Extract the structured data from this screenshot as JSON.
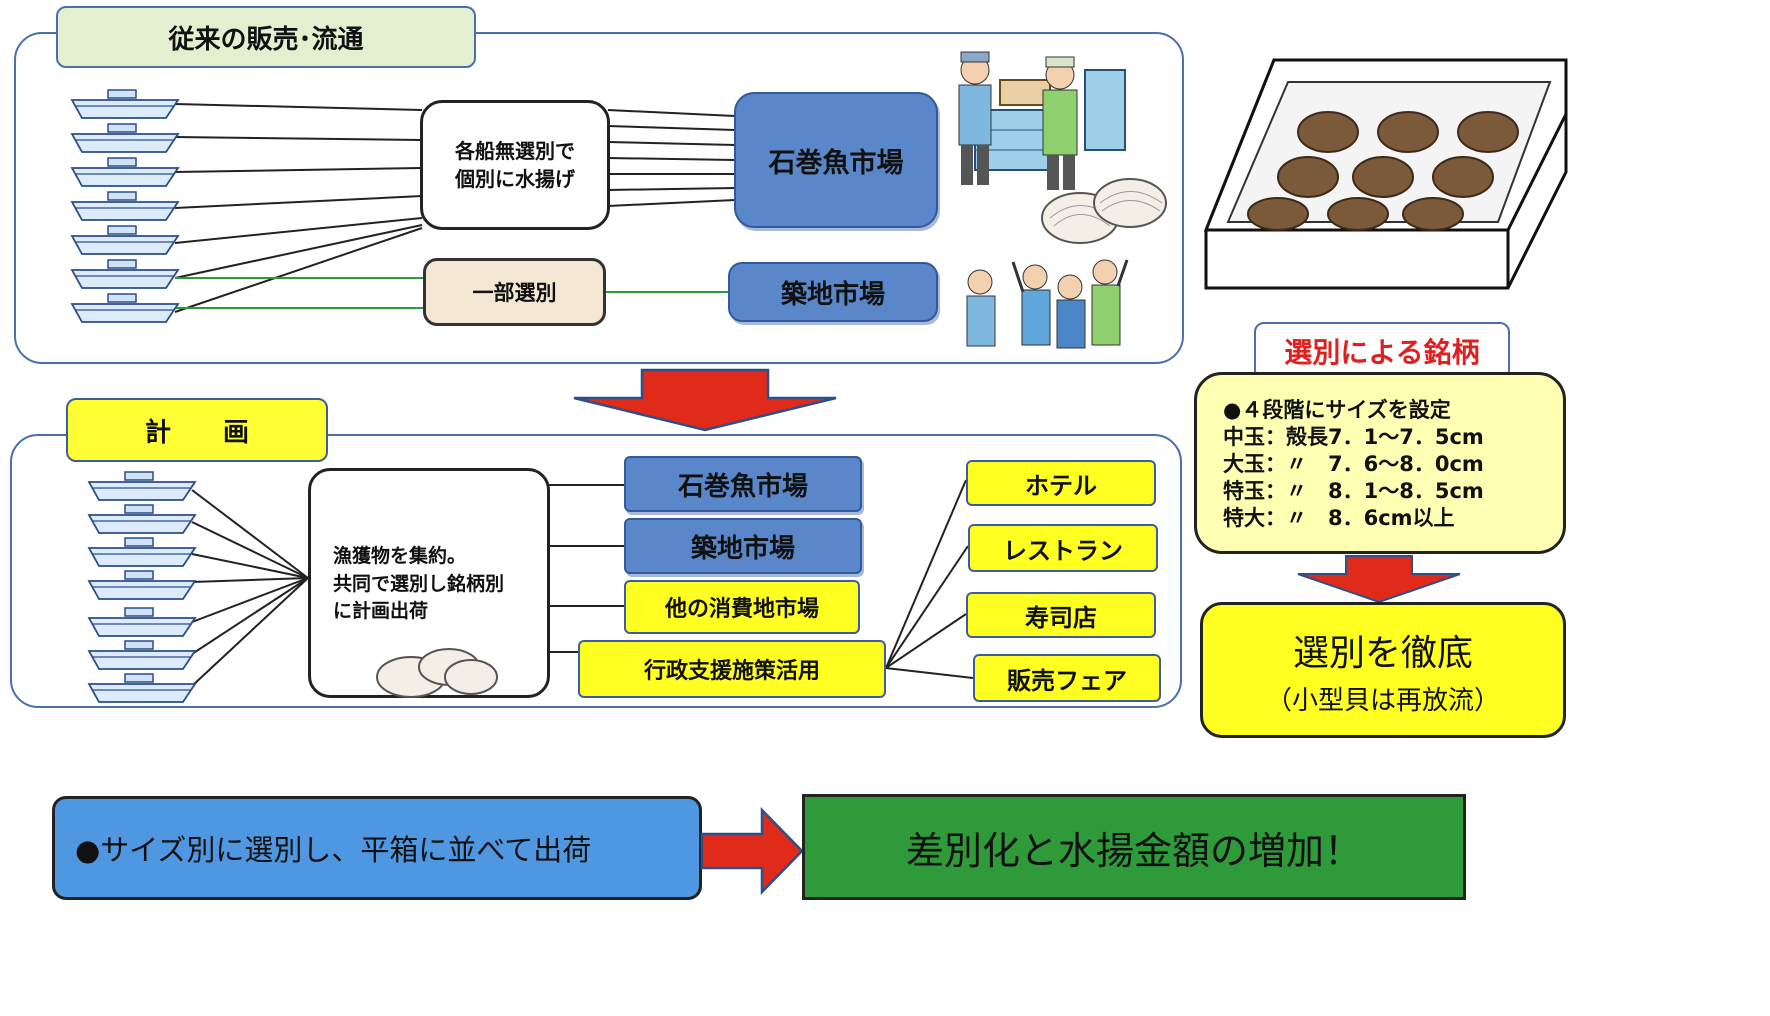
{
  "top_section": {
    "title": "従来の販売･流通",
    "gather_box": [
      "各船無選別で",
      "個別に水揚げ"
    ],
    "partial_box": "一部選別",
    "market1": "石巻魚市場",
    "market2": "築地市場"
  },
  "plan_section": {
    "title": "計　　画",
    "collect_box": [
      "漁獲物を集約。",
      "共同で選別し銘柄別",
      "に計画出荷"
    ],
    "markets": [
      "石巻魚市場",
      "築地市場",
      "他の消費地市場",
      "行政支援施策活用"
    ],
    "destinations": [
      "ホテル",
      "レストラン",
      "寿司店",
      "販売フェア"
    ]
  },
  "brand_section": {
    "title": "選別による銘柄",
    "lines": [
      "●４段階にサイズを設定",
      "中玉：殻長7．1～7．5cm",
      "大玉：〃　7．6～8．0cm",
      "特玉：〃　8．1～8．5cm",
      "特大：〃　8．6cm以上"
    ],
    "result_title": "選別を徹底",
    "result_sub": "（小型貝は再放流）"
  },
  "bottom": {
    "left": "●サイズ別に選別し、平箱に並べて出荷",
    "right": "差別化と水揚金額の増加！"
  },
  "colors": {
    "panel_border": "#4a6fae",
    "market_blue": "#5a87c9",
    "highlight_yellow": "#ffff22",
    "arrow_red": "#e02a1a",
    "result_green": "#2f9a3a",
    "bottom_blue": "#4f97e0"
  }
}
